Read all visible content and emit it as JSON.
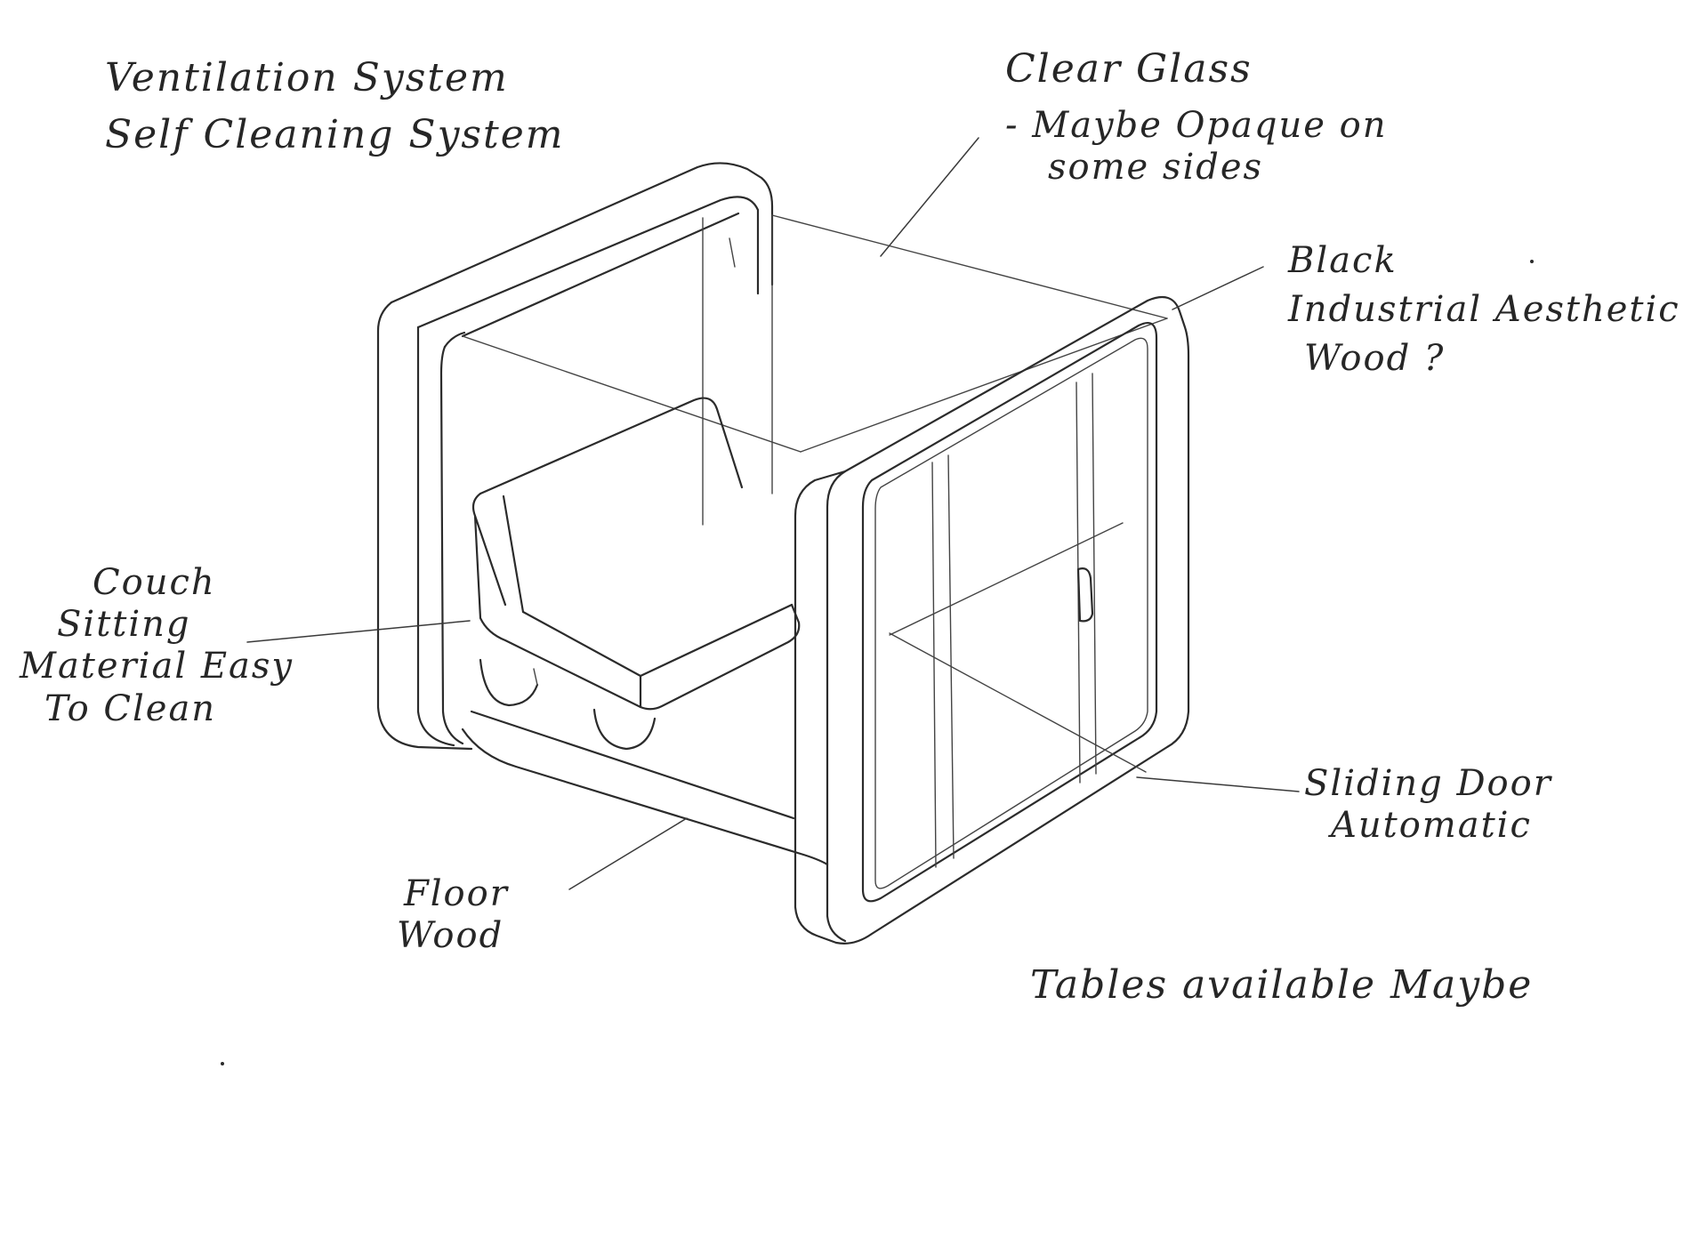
{
  "annotations": {
    "systems": [
      "Ventilation System",
      "Self Cleaning System"
    ],
    "glass": [
      "Clear Glass",
      "- Maybe Opaque on",
      "some sides"
    ],
    "aesthetic": [
      "Black",
      "Industrial Aesthetic",
      "Wood ?"
    ],
    "couch": [
      "Couch",
      "Sitting",
      "Material Easy",
      "To Clean"
    ],
    "door": [
      "Sliding Door",
      "Automatic"
    ],
    "floor": [
      "Floor",
      "Wood"
    ],
    "tables": "Tables available Maybe"
  },
  "icons": {
    "sketch": "booth-pod-sketch"
  }
}
